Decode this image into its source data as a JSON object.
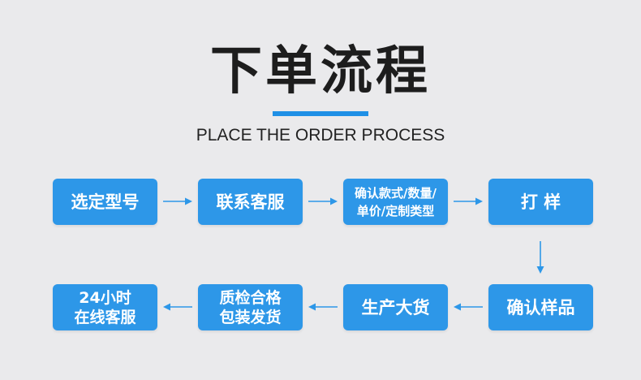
{
  "header": {
    "title": "下单流程",
    "subtitle": "PLACE THE ORDER PROCESS"
  },
  "steps": [
    {
      "label": "选定型号"
    },
    {
      "label": "联系客服"
    },
    {
      "label": "确认款式/数量/\n单价/定制类型"
    },
    {
      "label": "打  样"
    },
    {
      "label": "确认样品"
    },
    {
      "label": "生产大货"
    },
    {
      "label": "质检合格\n包装发货"
    },
    {
      "label": "24小时\n在线客服"
    }
  ],
  "colors": {
    "accent": "#2d97e8",
    "arrow": "#2d97e8",
    "background": "#eaeaec"
  }
}
